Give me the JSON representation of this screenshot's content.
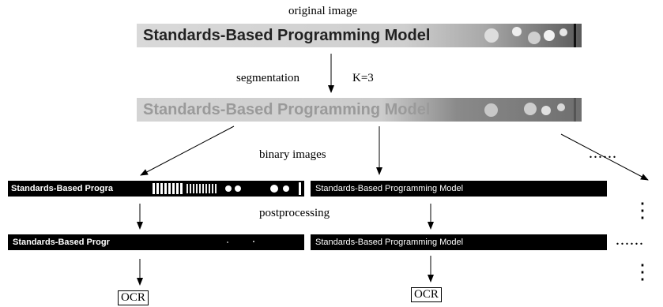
{
  "labels": {
    "original": "original image",
    "segmentation": "segmentation",
    "k": "K=3",
    "binary": "binary images",
    "postprocessing": "postprocessing"
  },
  "images": {
    "original_text": "Standards-Based Programming Model",
    "segmented_text": "Standards-Based Programming Model",
    "binary_left_text": "Standards-Based Progra",
    "binary_right_text": "Standards-Based Programming Model",
    "post_left_text": "Standards-Based Progr",
    "post_right_text": "Standards-Based Programming Model"
  },
  "ocr": {
    "left": "OCR",
    "right": "OCR"
  },
  "ellipses": {
    "dots": "......",
    "vertical": "⋮"
  }
}
